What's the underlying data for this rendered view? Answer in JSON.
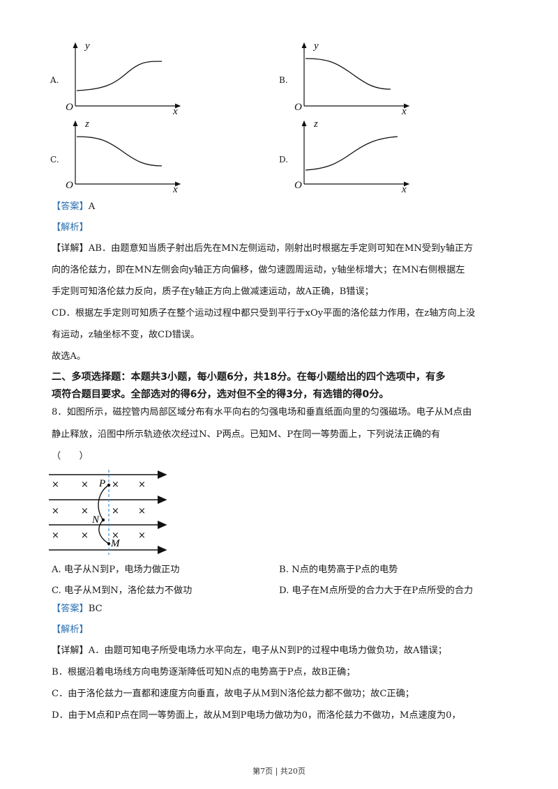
{
  "graphs": [
    {
      "option": "A.",
      "yaxis": "y",
      "origin": "O",
      "xaxis": "x",
      "trend": "increasing"
    },
    {
      "option": "B.",
      "yaxis": "y",
      "origin": "O",
      "xaxis": "x",
      "trend": "decreasing"
    },
    {
      "option": "C.",
      "yaxis": "z",
      "origin": "O",
      "xaxis": "x",
      "trend": "decreasing"
    },
    {
      "option": "D.",
      "yaxis": "z",
      "origin": "O",
      "xaxis": "x",
      "trend": "increasing"
    }
  ],
  "q7": {
    "answer_tag": "【答案】",
    "answer": "A",
    "analysis_tag": "【解析】",
    "detail_tag": "【详解】",
    "detail_lines": [
      "AB．由题意知当质子射出后先在MN左侧运动，刚射出时根据左手定则可知在MN受到y轴正方",
      "向的洛伦兹力，即在MN左侧会向y轴正方向偏移，做匀速圆周运动，y轴坐标增大；在MN右侧根据左",
      "手定则可知洛伦兹力反向，质子在y轴正方向上做减速运动，故A正确，B错误；",
      "CD．根据左手定则可知质子在整个运动过程中都只受到平行于xOy平面的洛伦兹力作用，在z轴方向上没",
      "有运动，z轴坐标不变，故CD错误。",
      "故选A。"
    ]
  },
  "section2": {
    "line1": "二、多项选择题：本题共3小题，每小题6分，共18分。在每小题给出的四个选项中，有多",
    "line2": "项符合题目要求。全部选对的得6分，选对但不全的得3分，有选错的得0分。"
  },
  "q8": {
    "stem_lines": [
      "8．如图所示，磁控管内局部区域分布有水平向右的匀强电场和垂直纸面向里的匀强磁场。电子从M点由",
      "静止释放，沿图中所示轨迹依次经过N、P两点。已知M、P在同一等势面上，下列说法正确的有",
      "（　　）"
    ],
    "figure": {
      "label_p": "P",
      "label_n": "N",
      "label_m": "M",
      "cross": "×"
    },
    "choices": {
      "a": "A.  电子从N到P，电场力做正功",
      "b": "B.  N点的电势高于P点的电势",
      "c": "C.  电子从M到N，洛伦兹力不做功",
      "d": "D.  电子在M点所受的合力大于在P点所受的合力"
    },
    "answer_tag": "【答案】",
    "answer": "BC",
    "analysis_tag": "【解析】",
    "detail_tag": "【详解】",
    "detail_lines": [
      "A．由题可知电子所受电场力水平向左，电子从N到P的过程中电场力做负功，故A错误；",
      "B．根据沿着电场线方向电势逐渐降低可知N点的电势高于P点，故B正确；",
      "C．由于洛伦兹力一直都和速度方向垂直，故电子从M到N洛伦兹力都不做功；故C正确；",
      "D．由于M点和P点在同一等势面上，故从M到P电场力做功为0，而洛伦兹力不做功，M点速度为0，"
    ]
  },
  "footer": "第7页 | 共20页"
}
